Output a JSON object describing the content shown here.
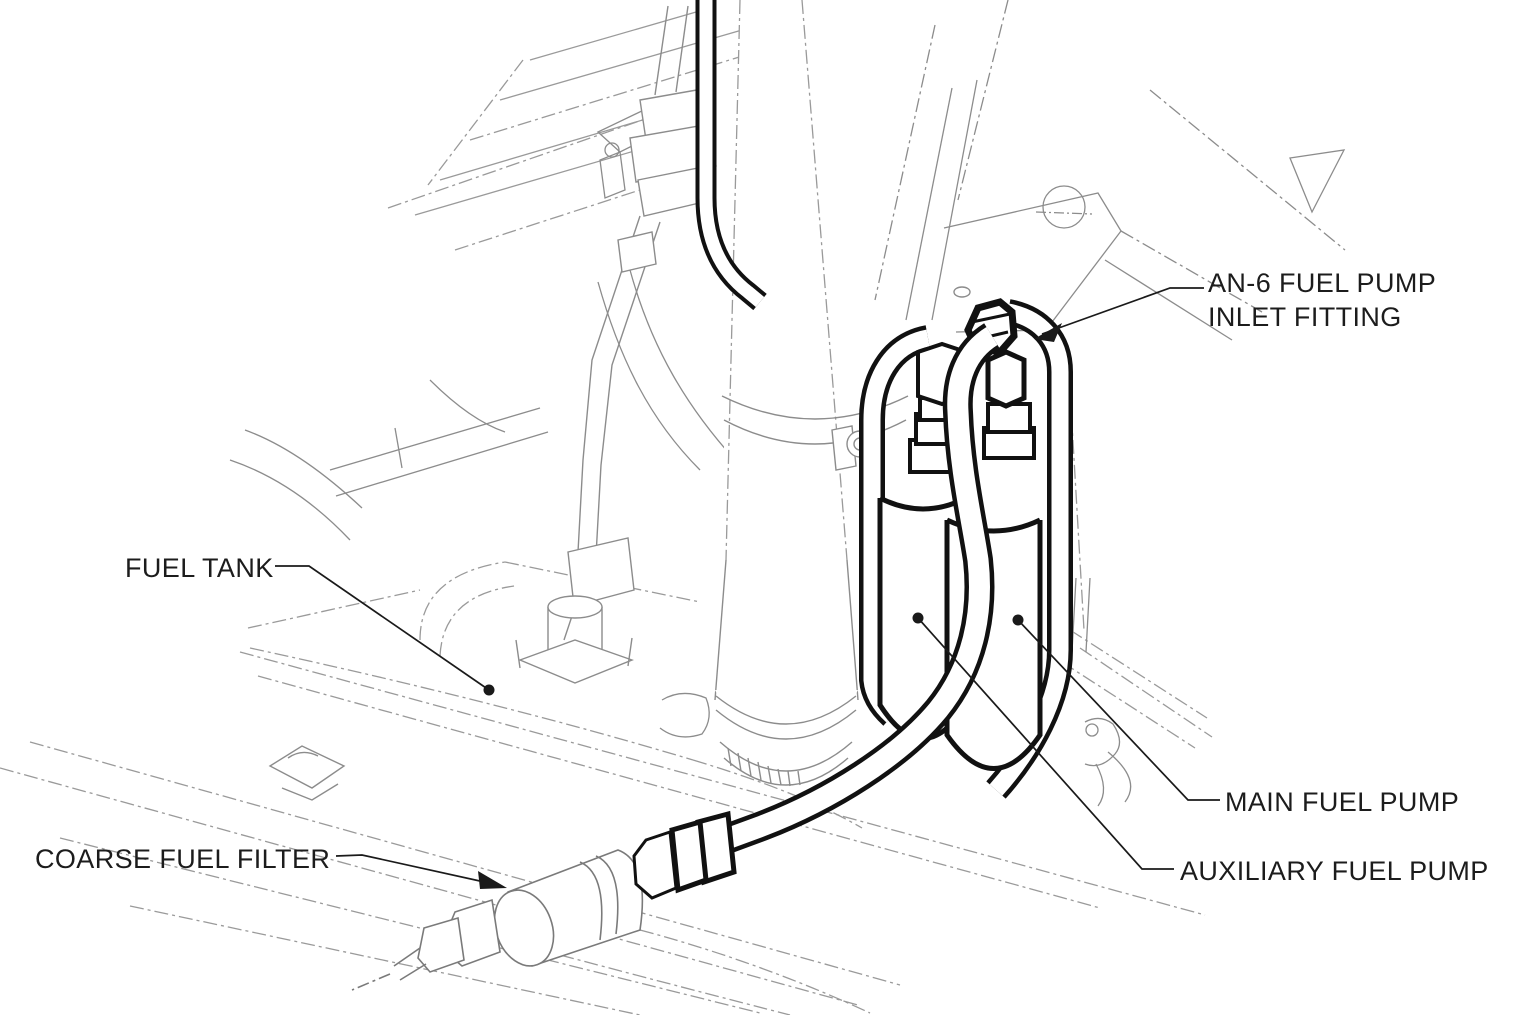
{
  "diagram": {
    "type": "isometric-cad-line-drawing",
    "subject": "fuel-system-installation",
    "colors": {
      "main_line": "#1a1a1a",
      "background_line": "#8c8c8c",
      "phantom_line": "#9a9a9a",
      "paper": "#ffffff"
    },
    "labels": {
      "an6_fitting": {
        "line1": "AN-6 FUEL PUMP",
        "line2": "INLET FITTING",
        "leader_end": "arrow"
      },
      "fuel_tank": {
        "text": "FUEL TANK",
        "leader_end": "dot"
      },
      "main_fuel_pump": {
        "text": "MAIN FUEL PUMP",
        "leader_end": "dot"
      },
      "auxiliary_fuel_pump": {
        "text": "AUXILIARY FUEL PUMP",
        "leader_end": "dot"
      },
      "coarse_fuel_filter": {
        "text": "COARSE FUEL FILTER",
        "leader_end": "arrow"
      }
    }
  }
}
